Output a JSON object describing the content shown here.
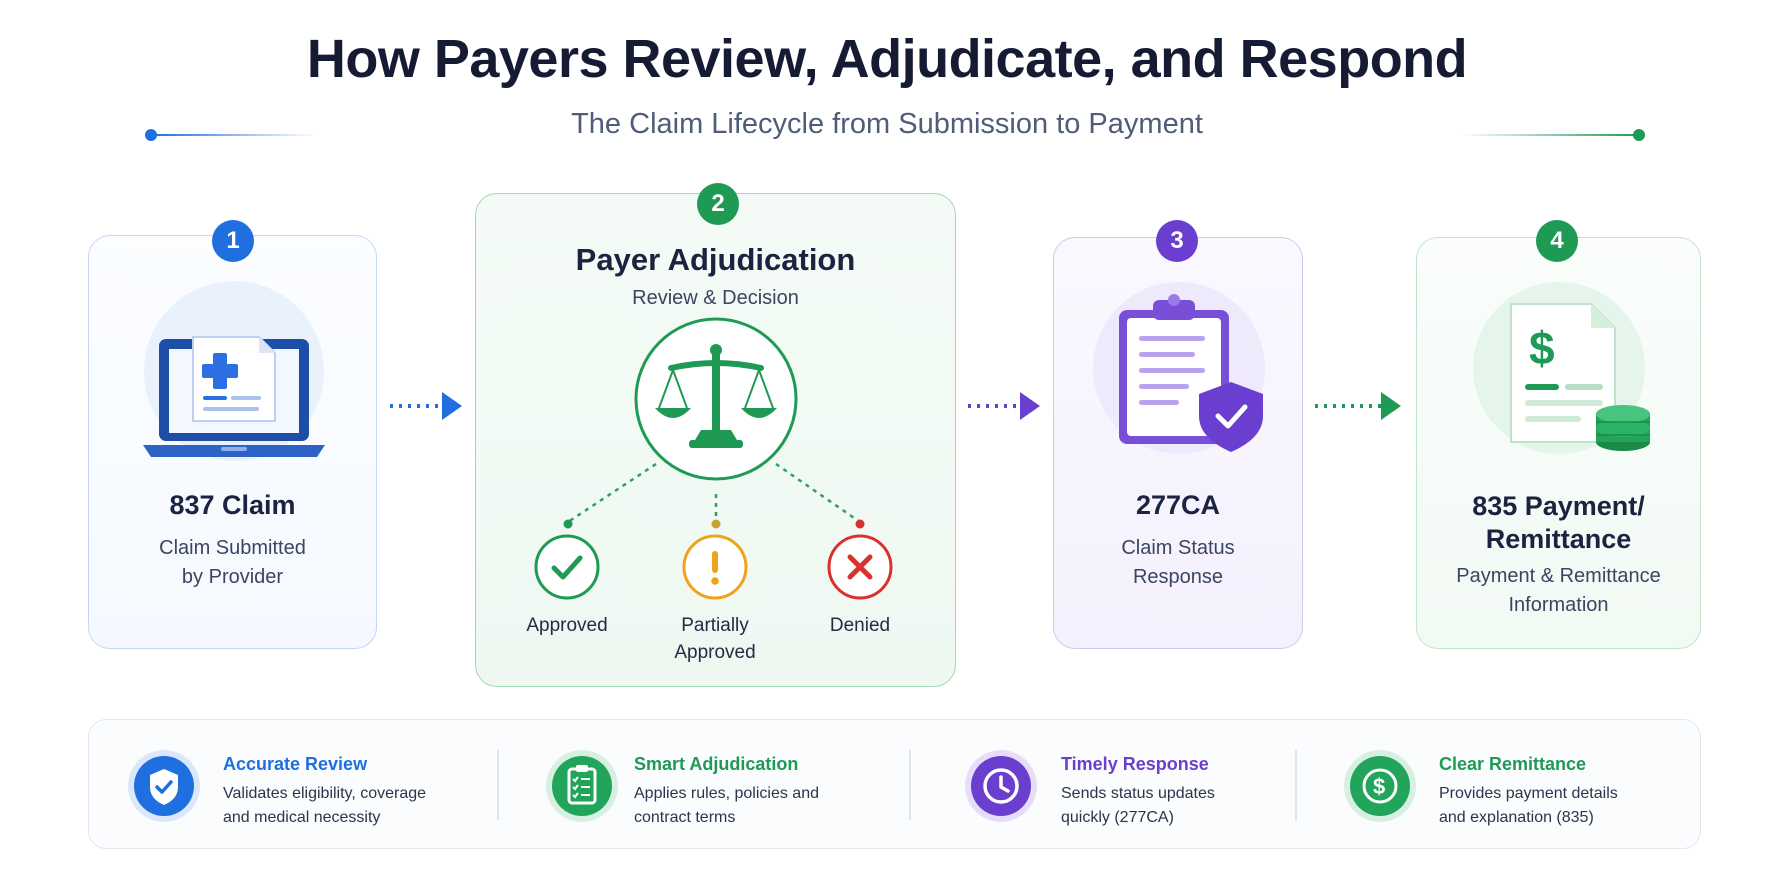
{
  "title": "How Payers Review, Adjudicate, and Respond",
  "subtitle": "The Claim Lifecycle from Submission to Payment",
  "colors": {
    "blue": "#1f6fe0",
    "green": "#1f9a55",
    "purple": "#6a3fcf",
    "amber": "#f0a21b",
    "red": "#d8322f"
  },
  "steps": [
    {
      "number": "1",
      "title": "837 Claim",
      "desc_line1": "Claim Submitted",
      "desc_line2": "by Provider",
      "icon": "laptop-medical-claim-icon"
    },
    {
      "number": "2",
      "title": "Payer Adjudication",
      "desc": "Review & Decision",
      "icon": "scales-of-justice-icon",
      "outcomes": [
        {
          "label": "Approved",
          "icon": "check-icon"
        },
        {
          "label_line1": "Partially",
          "label_line2": "Approved",
          "icon": "exclamation-icon"
        },
        {
          "label": "Denied",
          "icon": "x-icon"
        }
      ]
    },
    {
      "number": "3",
      "title": "277CA",
      "desc_line1": "Claim Status",
      "desc_line2": "Response",
      "icon": "clipboard-shield-icon"
    },
    {
      "number": "4",
      "title_line1": "835 Payment/",
      "title_line2": "Remittance",
      "desc_line1": "Payment & Remittance",
      "desc_line2": "Information",
      "icon": "payment-document-coins-icon"
    }
  ],
  "features": [
    {
      "title": "Accurate Review",
      "desc_line1": "Validates eligibility, coverage",
      "desc_line2": "and medical necessity",
      "icon": "shield-check-icon"
    },
    {
      "title": "Smart Adjudication",
      "desc_line1": "Applies rules, policies and",
      "desc_line2": "contract terms",
      "icon": "clipboard-checklist-icon"
    },
    {
      "title": "Timely Response",
      "desc_line1": "Sends status updates",
      "desc_line2": "quickly (277CA)",
      "icon": "clock-icon"
    },
    {
      "title": "Clear Remittance",
      "desc_line1": "Provides payment details",
      "desc_line2": "and explanation (835)",
      "icon": "dollar-icon"
    }
  ]
}
